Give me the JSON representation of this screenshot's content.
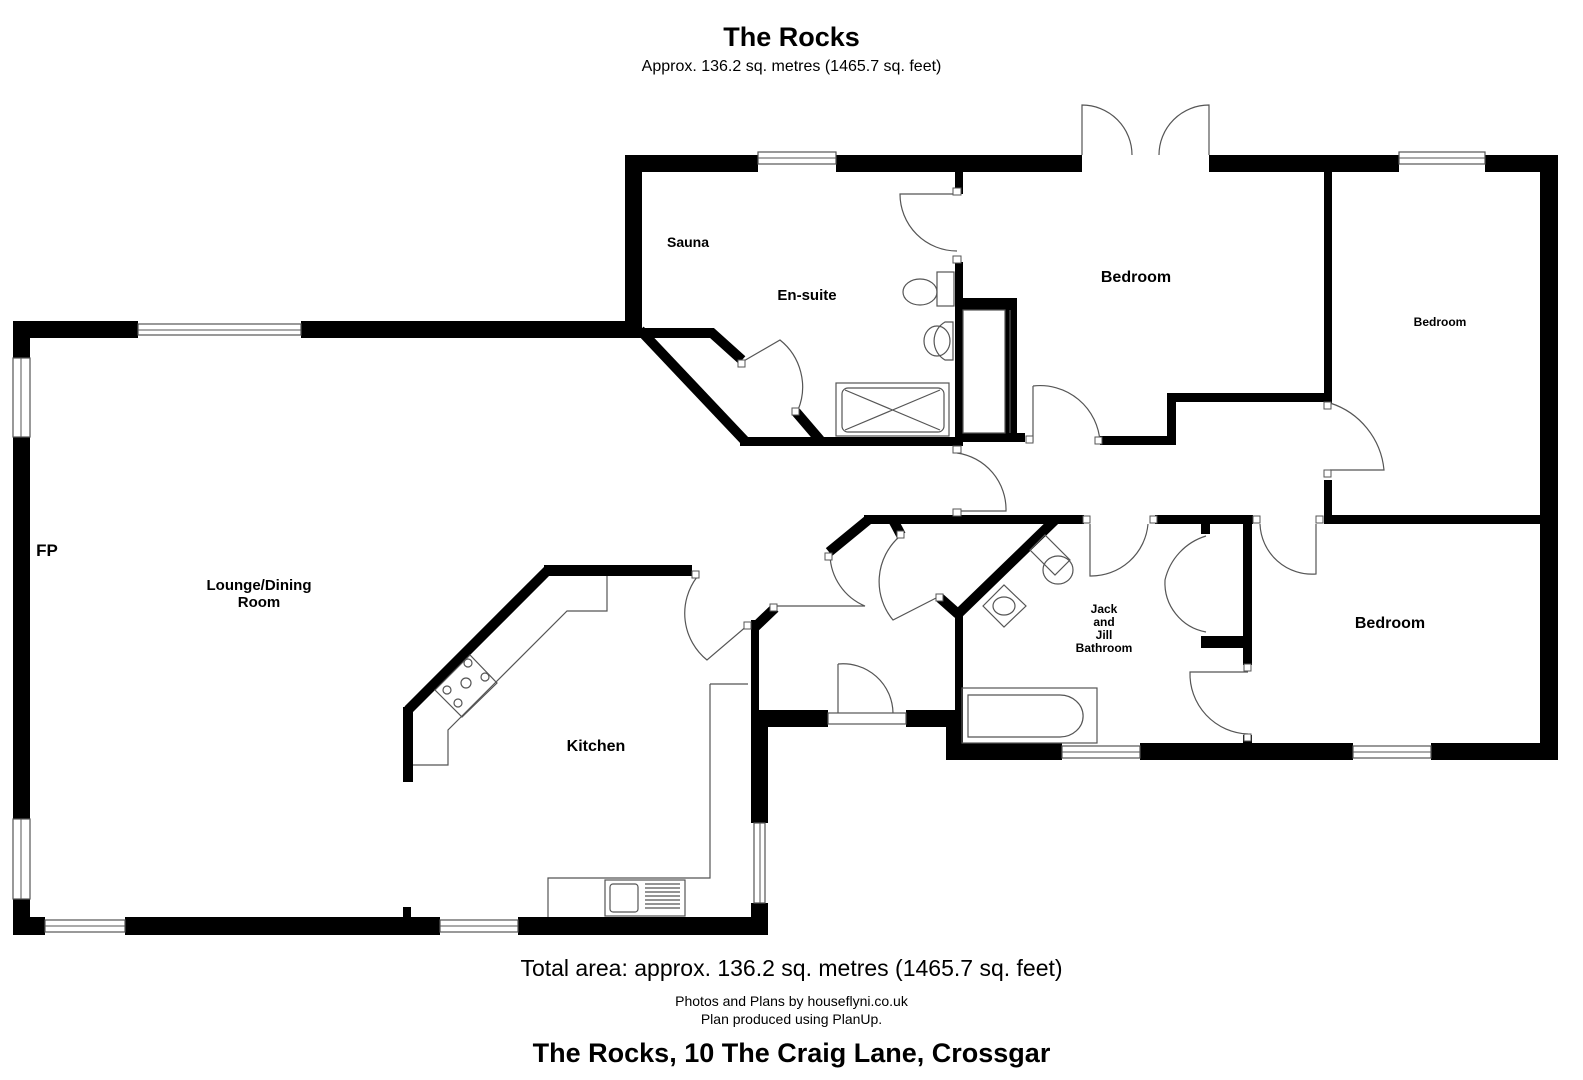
{
  "header": {
    "title": "The Rocks",
    "subtitle": "Approx. 136.2 sq. metres (1465.7 sq. feet)"
  },
  "rooms": {
    "sauna": "Sauna",
    "ensuite": "En-suite",
    "bedroom_1": "Bedroom",
    "bedroom_2": "Bedroom",
    "bedroom_3": "Bedroom",
    "lounge_line1": "Lounge/Dining",
    "lounge_line2": "Room",
    "kitchen": "Kitchen",
    "bathroom_line1": "Jack",
    "bathroom_line2": "and",
    "bathroom_line3": "Jill",
    "bathroom_line4": "Bathroom",
    "fireplace": "FP"
  },
  "footer": {
    "total_area": "Total area: approx. 136.2 sq. metres (1465.7 sq. feet)",
    "credit_photos": "Photos and Plans by houseflyni.co.uk",
    "credit_planup": "Plan produced using PlanUp.",
    "address": "The Rocks, 10 The Craig Lane, Crossgar"
  },
  "colors": {
    "wall": "#000000",
    "line": "#555555",
    "background": "#ffffff"
  }
}
